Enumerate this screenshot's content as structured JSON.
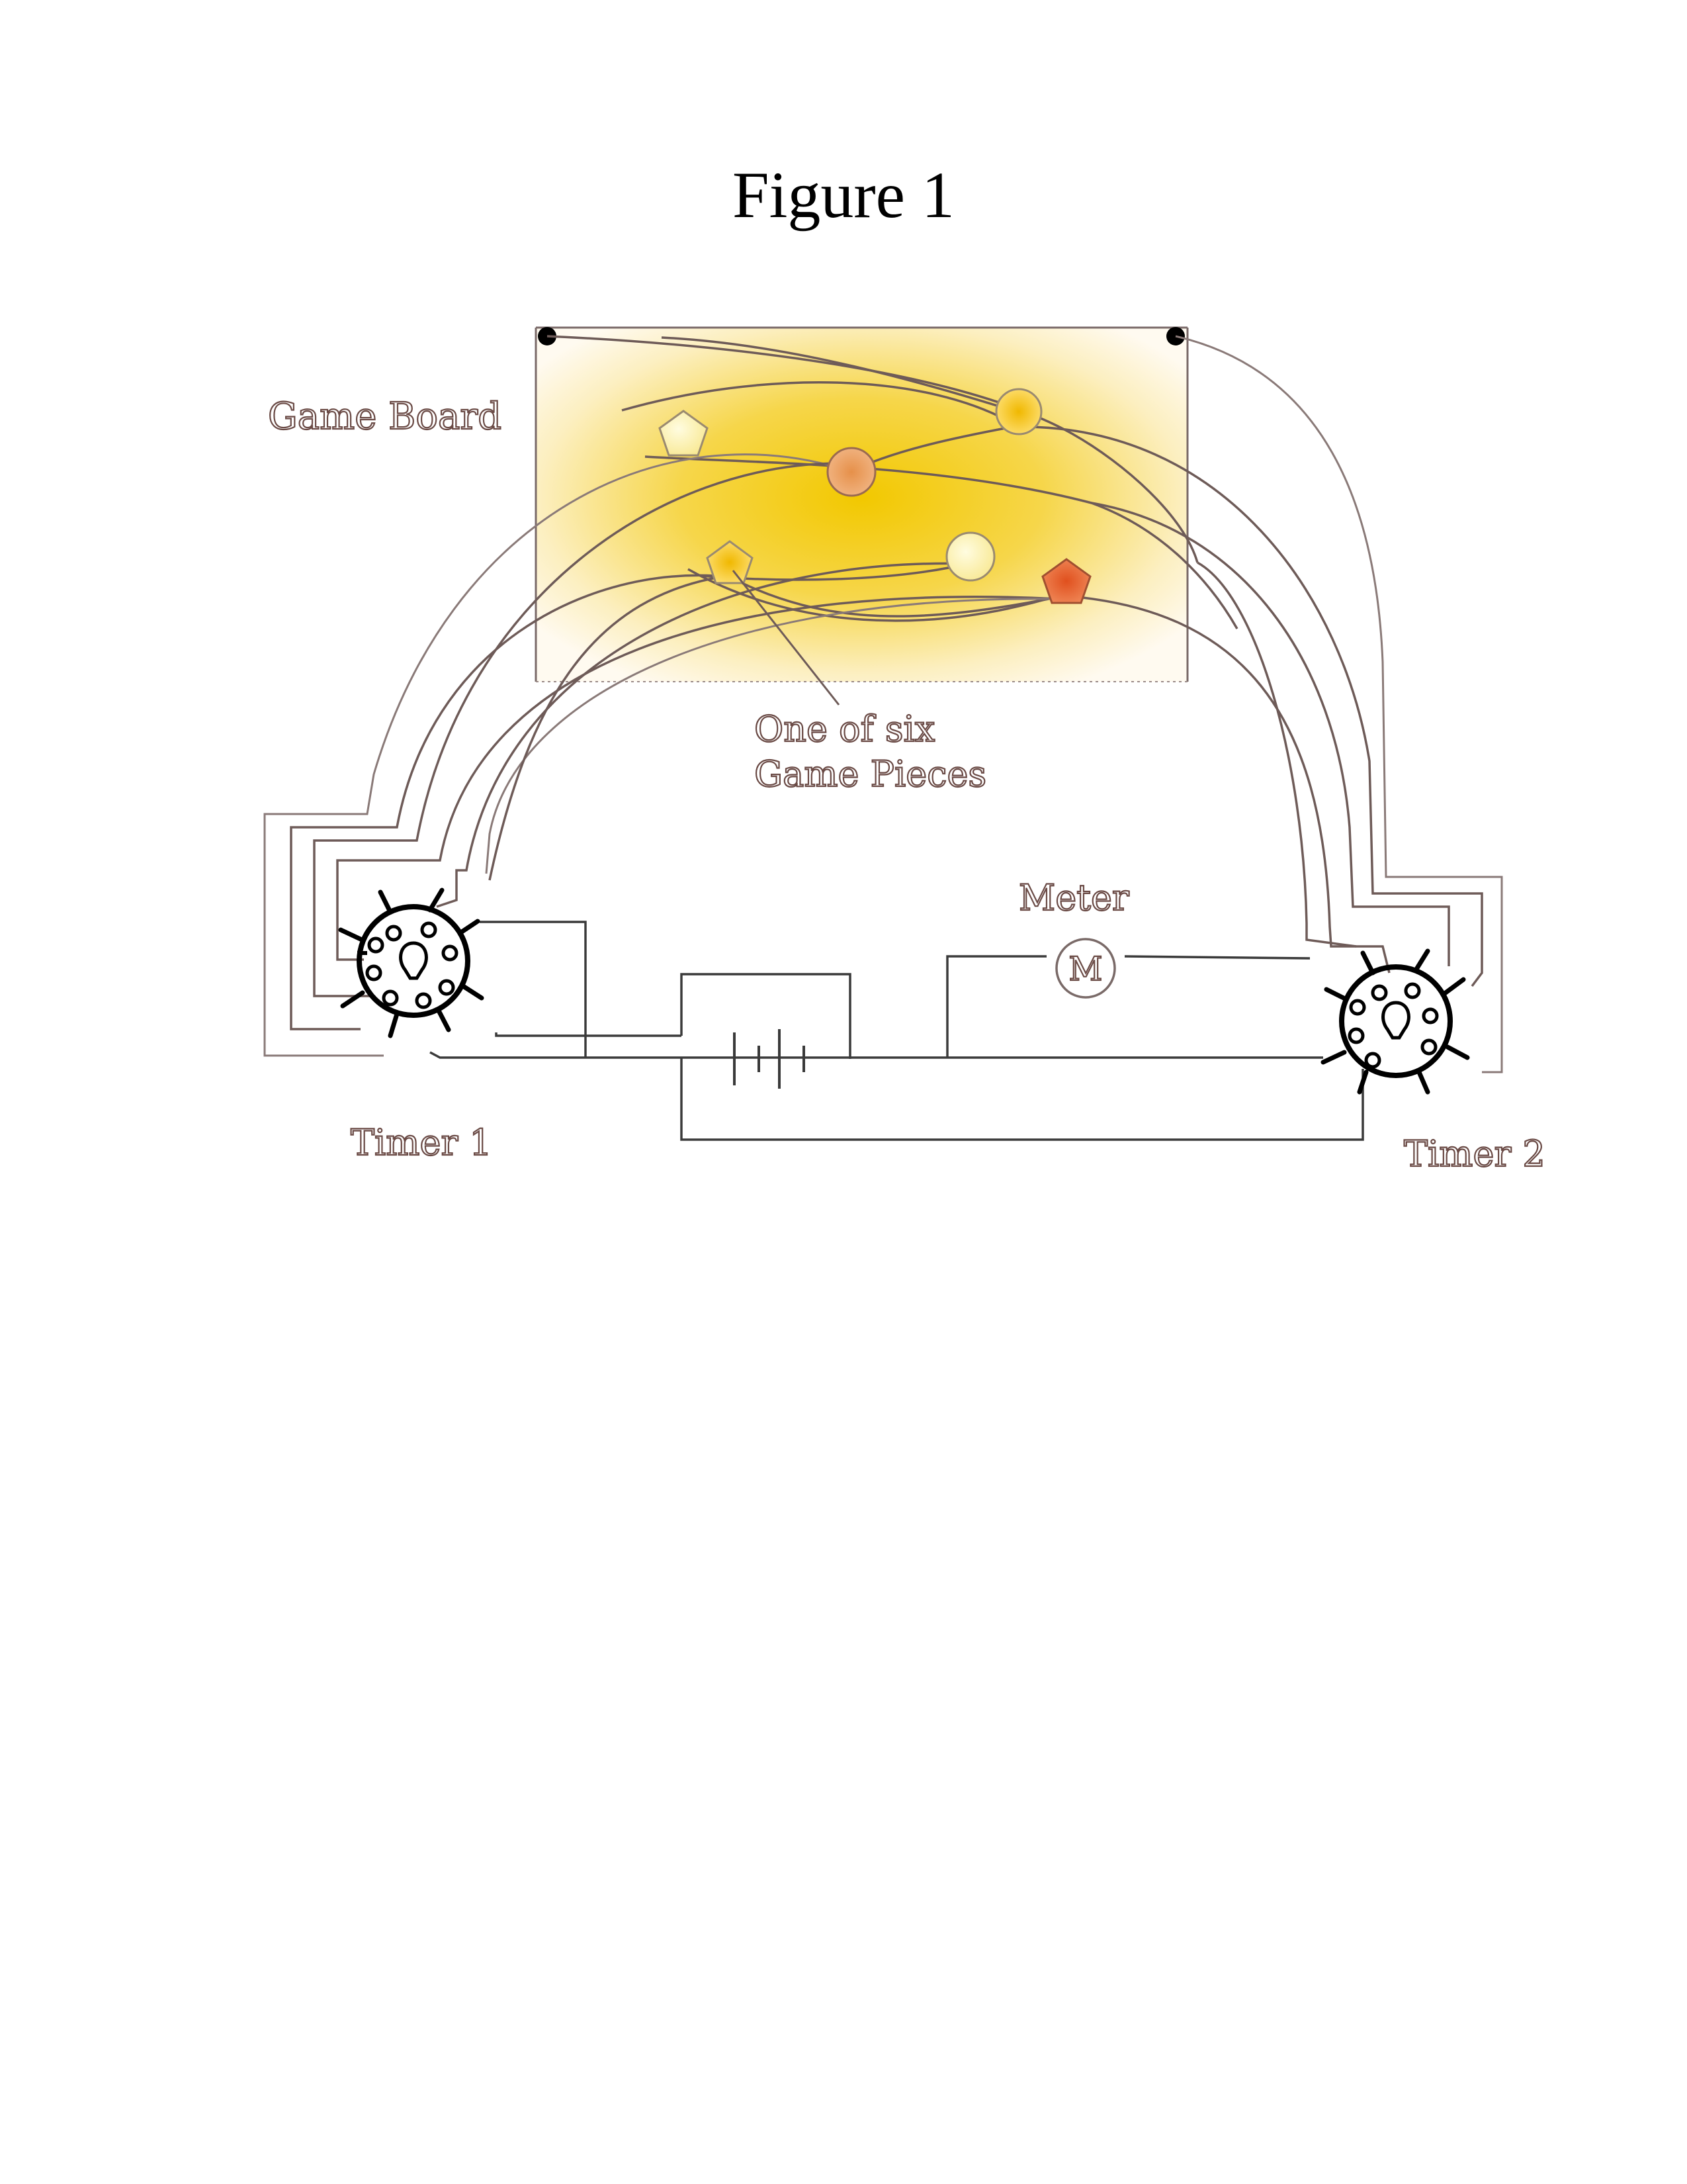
{
  "figure": {
    "title": "Figure 1"
  },
  "labels": {
    "game_board": "Game Board",
    "game_pieces_line1": "One of six",
    "game_pieces_line2": "Game Pieces",
    "meter": "Meter",
    "meter_symbol": "M",
    "timer1": "Timer 1",
    "timer2": "Timer 2"
  },
  "colors": {
    "board_center": "#f2c800",
    "board_edge": "#fffaf0",
    "piece_pale": "#fff3a8",
    "piece_yellow": "#f0c000",
    "piece_orange": "#e8a060",
    "piece_red": "#e05a2a",
    "wire": "#6e5b58"
  }
}
